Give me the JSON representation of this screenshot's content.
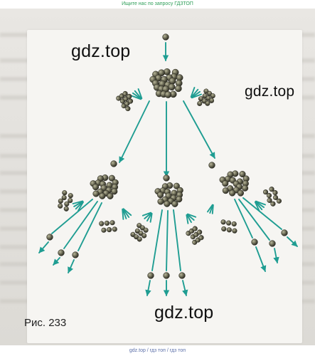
{
  "top_banner": "Ищите нас по запросу ГДЗТОП",
  "bottom_banner": "gdz.top / гдз топ / гдз топ",
  "watermarks": [
    "gdz.top",
    "gdz.top",
    "gdz.top"
  ],
  "figure_caption": "Рис. 233",
  "colors": {
    "arrow": "#1f9d92",
    "particle": "#6b6a55",
    "particle_dark": "#3c3b30"
  }
}
